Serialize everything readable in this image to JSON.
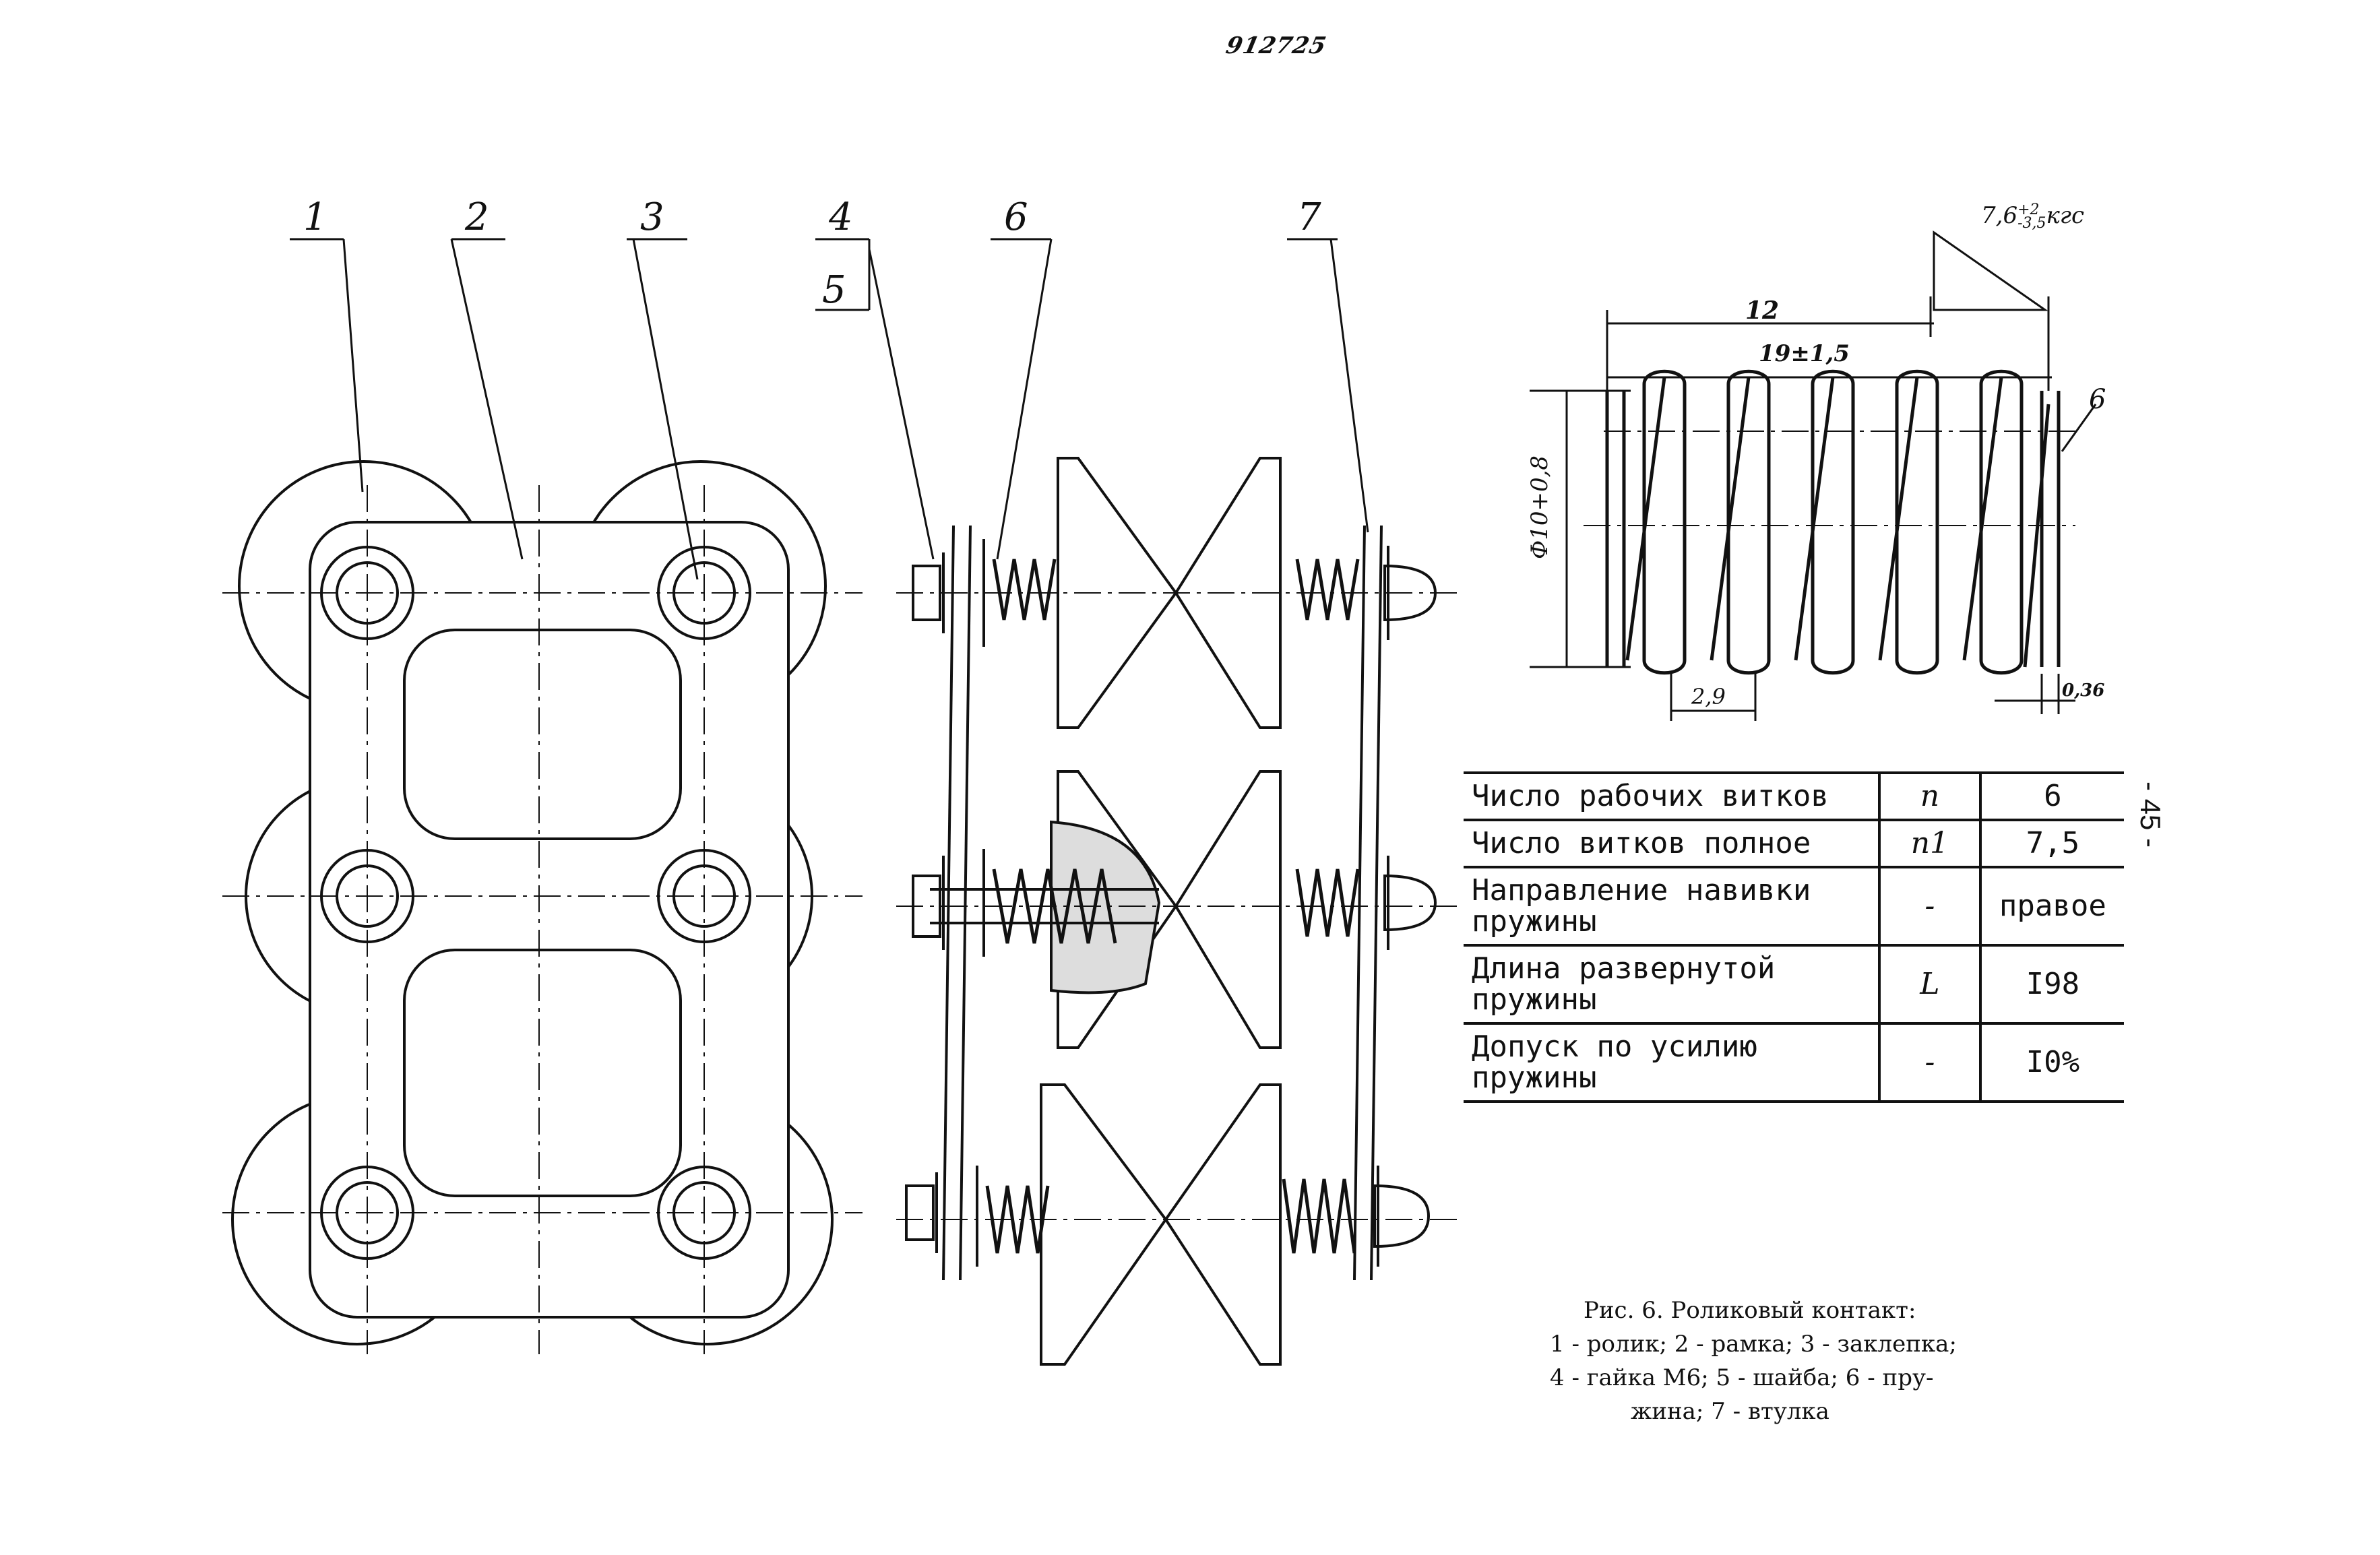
{
  "stamp": "912725",
  "page_number": "- 45 -",
  "callouts": [
    "1",
    "2",
    "3",
    "4",
    "5",
    "6",
    "7"
  ],
  "spring_dims": {
    "force": "7,6",
    "force_tol_plus": "+2",
    "force_tol_minus": "-3,5",
    "force_unit": "кгс",
    "length_short": "12",
    "length_full": "19±1,5",
    "diameter": "Ф10+0,8",
    "pitch": "2,9",
    "wire": "0,36",
    "label": "6"
  },
  "spec_table": {
    "rows": [
      {
        "name": "Число рабочих витков",
        "symbol": "n",
        "value": "6"
      },
      {
        "name": "Число витков полное",
        "symbol": "n1",
        "value": "7,5"
      },
      {
        "name": "Направление навивки пружины",
        "symbol": "-",
        "value": "правое"
      },
      {
        "name": "Длина развернутой пружины",
        "symbol": "L",
        "value": "I98"
      },
      {
        "name": "Допуск по усилию пружины",
        "symbol": "-",
        "value": "I0%"
      }
    ]
  },
  "caption": {
    "title": "Рис. 6. Роликовый контакт:",
    "line1": "1 - ролик; 2 - рамка; 3 - заклепка;",
    "line2": "4 - гайка М6; 5 - шайба; 6 - пру-",
    "line3": "жина; 7 - втулка"
  }
}
